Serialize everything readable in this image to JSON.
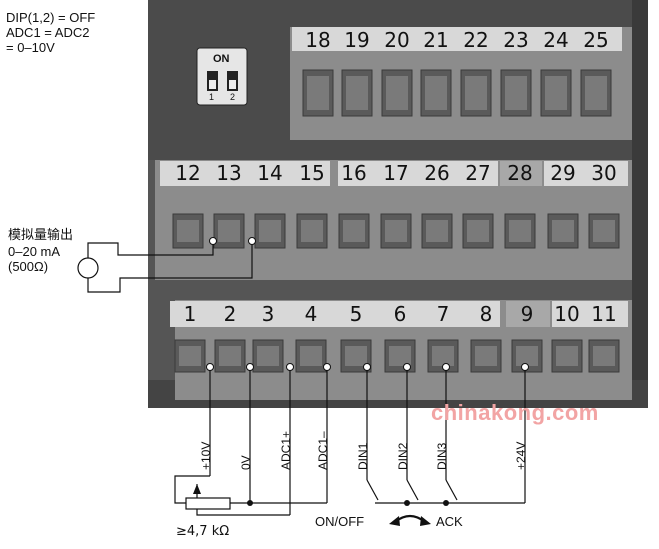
{
  "dip_note": {
    "line1": "DIP(1,2) = OFF",
    "line2": "ADC1 = ADC2",
    "line3": "= 0–10V"
  },
  "dip_switch": {
    "on_label": "ON",
    "pos1": "1",
    "pos2": "2"
  },
  "terminals": {
    "top_row": [
      "18",
      "19",
      "20",
      "21",
      "22",
      "23",
      "24",
      "25"
    ],
    "middle_row": [
      "12",
      "13",
      "14",
      "15",
      "16",
      "17",
      "26",
      "27",
      "28",
      "29",
      "30"
    ],
    "bottom_row": [
      "1",
      "2",
      "3",
      "4",
      "5",
      "6",
      "7",
      "8",
      "9",
      "10",
      "11"
    ]
  },
  "analog_output": {
    "title": "模拟量输出",
    "range": "0–20 mA",
    "load": "(500Ω)"
  },
  "wiring": {
    "plus_10v": "+10V",
    "zero_v": "0V",
    "adc1_plus": "ADC1+",
    "adc1_minus": "ADC1–",
    "din1": "DIN1",
    "din2": "DIN2",
    "din3": "DIN3",
    "plus_24v": "+24V",
    "resistor": "≥4,7 kΩ",
    "on_off": "ON/OFF",
    "ack": "ACK"
  },
  "watermark": "chinakong.com",
  "colors": {
    "housing": "#4b4b4b",
    "terminal_body": "#9a9a9a",
    "label_strip": "#d8d8d8",
    "watermark": "#f2a4a4"
  }
}
